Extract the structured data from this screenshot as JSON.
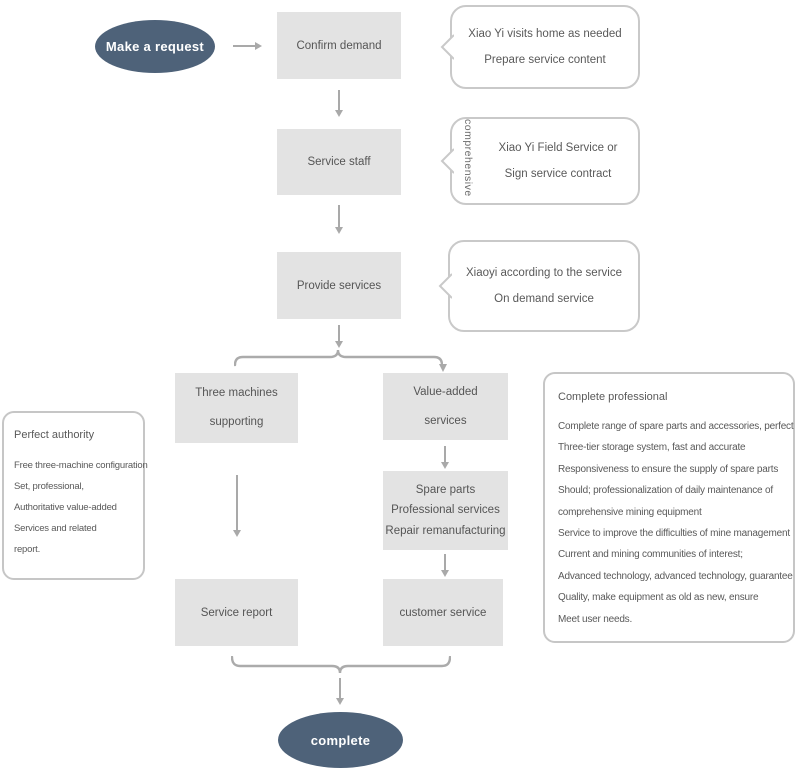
{
  "colors": {
    "accent": "#4e6279",
    "box_fill": "#e3e3e3",
    "bubble_border": "#c9c9c9",
    "connector": "#a9a9a9",
    "text": "#595959"
  },
  "start": {
    "label": "Make a request"
  },
  "end": {
    "label": "complete"
  },
  "steps": {
    "confirm_demand": {
      "label": "Confirm demand"
    },
    "service_staff": {
      "label": "Service staff"
    },
    "provide_services": {
      "label": "Provide services"
    },
    "three_machines": {
      "lines": [
        "Three machines",
        "supporting"
      ]
    },
    "value_added": {
      "lines": [
        "Value-added",
        "services"
      ]
    },
    "spare_parts": {
      "lines": [
        "Spare parts",
        "Professional services",
        "Repair remanufacturing"
      ]
    },
    "service_report": {
      "label": "Service report"
    },
    "customer_service": {
      "label": "customer service"
    }
  },
  "callouts": [
    {
      "lines": [
        "Xiao Yi visits home as needed",
        "Prepare service content"
      ]
    },
    {
      "side_label": "comprehensive",
      "lines": [
        "Xiao Yi Field Service or",
        "Sign service contract"
      ]
    },
    {
      "lines": [
        "Xiaoyi according to the service",
        "On demand service"
      ]
    }
  ],
  "notes": {
    "left": {
      "title": "Perfect authority",
      "lines": [
        "Free three-machine configuration",
        "Set, professional,",
        "Authoritative value-added",
        "Services and related",
        "report."
      ]
    },
    "right": {
      "title": "Complete professional",
      "lines": [
        "Complete range of spare parts and accessories, perfect",
        "Three-tier storage system, fast and accurate",
        "Responsiveness to ensure the supply of spare parts",
        "Should; professionalization of daily maintenance of",
        "comprehensive mining equipment",
        "Service to improve the difficulties of mine management",
        "Current and mining communities of interest;",
        "Advanced technology, advanced technology, guarantee",
        "Quality, make equipment as old as new, ensure",
        "Meet user needs."
      ]
    }
  }
}
